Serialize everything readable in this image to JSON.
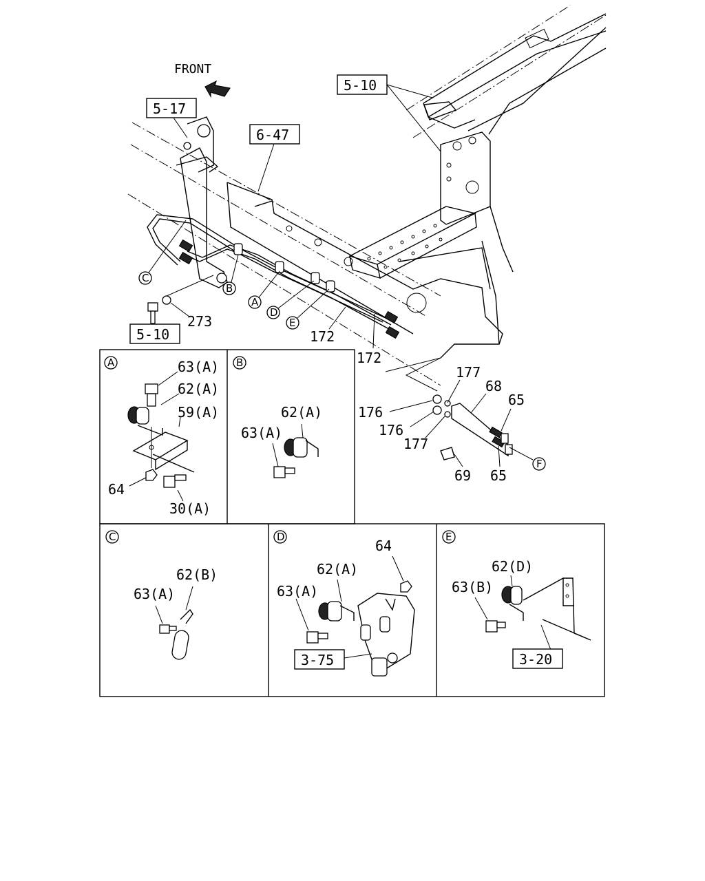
{
  "direction_label": "FRONT",
  "ref_boxes": {
    "r5_17": "5-17",
    "r6_47": "6-47",
    "r5_10_top": "5-10",
    "r5_10_bottom": "5-10",
    "r3_75": "3-75",
    "r3_20": "3-20"
  },
  "main_labels": {
    "p273": "273",
    "p172a": "172",
    "p172b": "172",
    "p177a": "177",
    "p68": "68",
    "p65a": "65",
    "p176a": "176",
    "p176b": "176",
    "p177b": "177",
    "p69": "69",
    "p65b": "65"
  },
  "callouts": {
    "A": "A",
    "B": "B",
    "C": "C",
    "D": "D",
    "E": "E",
    "F": "F"
  },
  "panel_a": {
    "title": "A",
    "labels": [
      "63(A)",
      "62(A)",
      "59(A)",
      "64",
      "30(A)"
    ]
  },
  "panel_b": {
    "title": "B",
    "labels": [
      "62(A)",
      "63(A)"
    ]
  },
  "panel_c": {
    "title": "C",
    "labels": [
      "62(B)",
      "63(A)"
    ]
  },
  "panel_d": {
    "title": "D",
    "labels": [
      "64",
      "62(A)",
      "63(A)"
    ]
  },
  "panel_e": {
    "title": "E",
    "labels": [
      "62(D)",
      "63(B)"
    ]
  }
}
